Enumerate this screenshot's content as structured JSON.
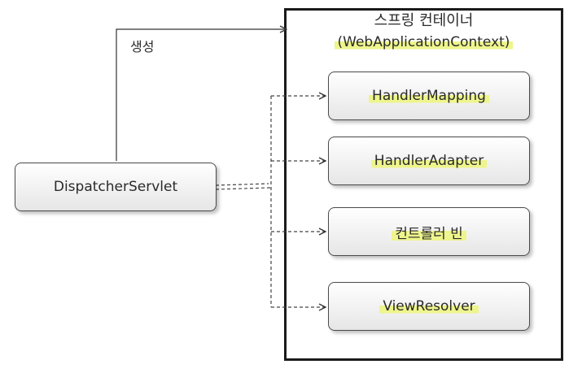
{
  "container": {
    "title": "스프링 컨테이너",
    "subtitle": "(WebApplicationContext)"
  },
  "creates_label": "생성",
  "dispatcher": {
    "label": "DispatcherServlet"
  },
  "components": [
    {
      "label": "HandlerMapping"
    },
    {
      "label": "HandlerAdapter"
    },
    {
      "label": "컨트롤러 빈"
    },
    {
      "label": "ViewResolver"
    }
  ],
  "colors": {
    "highlight": "#eef58c",
    "border": "#1a1a1a"
  }
}
